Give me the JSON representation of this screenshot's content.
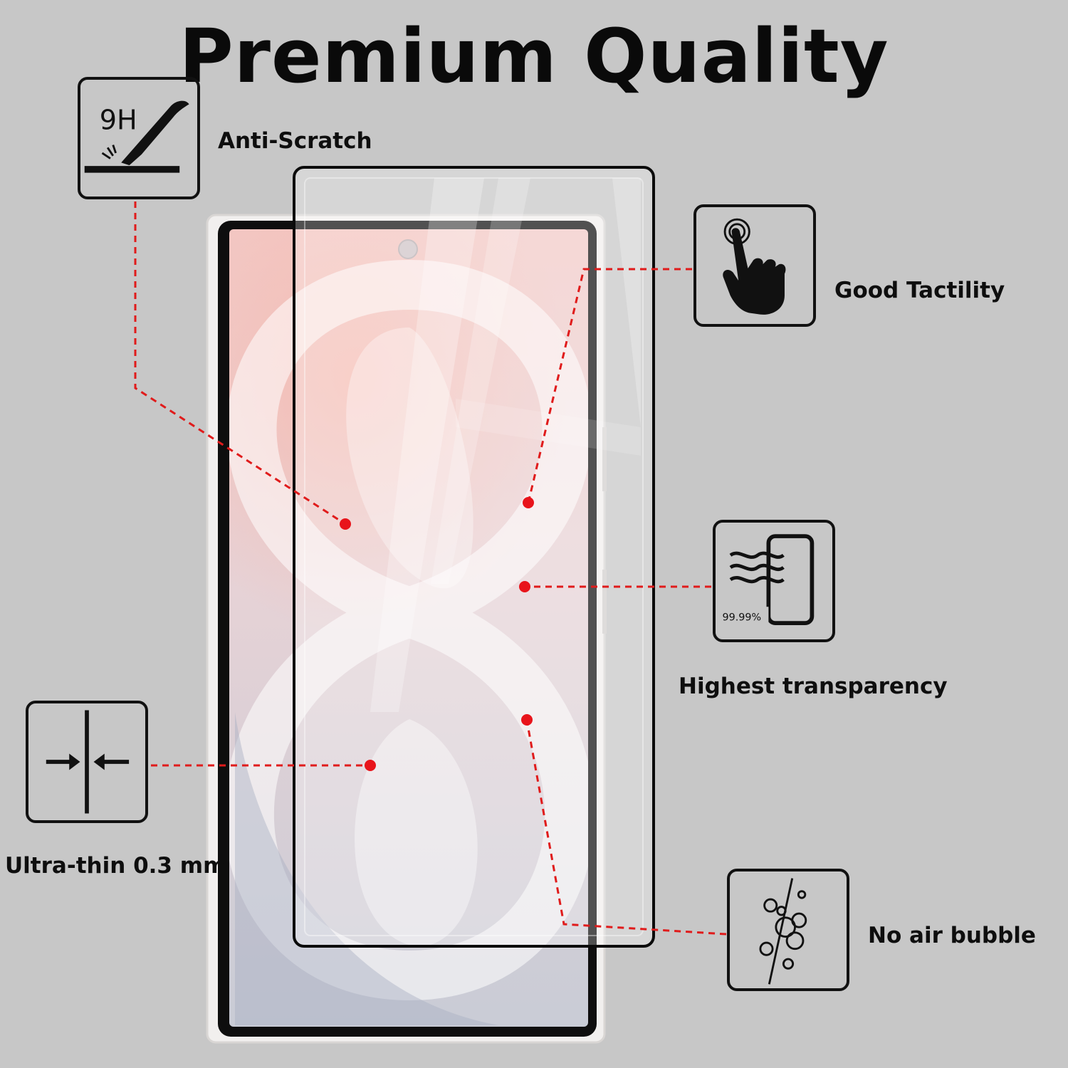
{
  "title": "Premium Quality",
  "features": {
    "anti_scratch": {
      "label": "Anti-Scratch",
      "icon": "knife-scratch-icon",
      "icon_text": "9H"
    },
    "good_tactility": {
      "label": "Good Tactility",
      "icon": "touch-hand-icon"
    },
    "highest_transparency": {
      "label": "Highest transparency",
      "icon": "transparency-phone-icon",
      "icon_text": "99.99%"
    },
    "ultra_thin": {
      "label": "Ultra-thin 0.3 mm",
      "icon": "thickness-arrows-icon"
    },
    "no_air_bubble": {
      "label": "No air bubble",
      "icon": "bubbles-icon"
    }
  },
  "colors": {
    "background": "#c7c7c7",
    "connector": "#e01b1b",
    "ink": "#111111"
  }
}
